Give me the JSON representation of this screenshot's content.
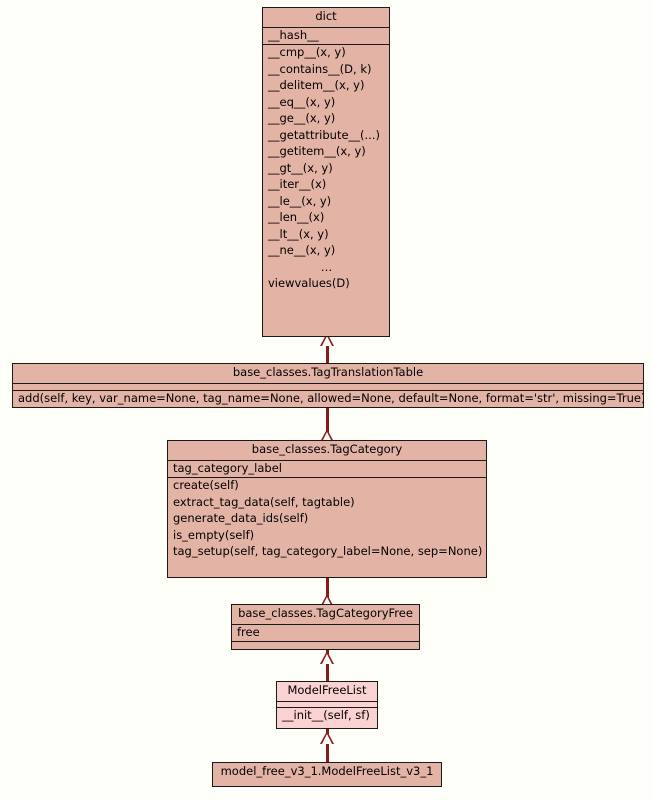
{
  "diagram": {
    "type": "uml-class-diagram",
    "background_color": "#fffffa",
    "box_fill_color": "#e3b3a6",
    "box_fill_color_light": "#fad2d2",
    "border_color": "#1a1a1a",
    "connector_color": "#8b1a1a",
    "classes": [
      {
        "id": "dict",
        "name": "dict",
        "attributes": [
          "__hash__"
        ],
        "methods": [
          "__cmp__(x, y)",
          "__contains__(D, k)",
          "__delitem__(x, y)",
          "__eq__(x, y)",
          "__ge__(x, y)",
          "__getattribute__(...)",
          "__getitem__(x, y)",
          "__gt__(x, y)",
          "__iter__(x)",
          "__le__(x, y)",
          "__len__(x)",
          "__lt__(x, y)",
          "__ne__(x, y)",
          "…",
          "viewvalues(D)"
        ]
      },
      {
        "id": "tag-translation-table",
        "name": "base_classes.TagTranslationTable",
        "attributes": [],
        "methods": [
          "add(self, key, var_name=None, tag_name=None, allowed=None, default=None, format='str', missing=True)"
        ]
      },
      {
        "id": "tag-category",
        "name": "base_classes.TagCategory",
        "attributes": [
          "tag_category_label"
        ],
        "methods": [
          "create(self)",
          "extract_tag_data(self, tagtable)",
          "generate_data_ids(self)",
          "is_empty(self)",
          "tag_setup(self, tag_category_label=None, sep=None)"
        ]
      },
      {
        "id": "tag-category-free",
        "name": "base_classes.TagCategoryFree",
        "attributes": [
          "free"
        ],
        "methods": []
      },
      {
        "id": "model-free-list",
        "name": "ModelFreeList",
        "attributes": [],
        "methods": [
          "__init__(self, sf)"
        ]
      },
      {
        "id": "model-free-list-v3-1",
        "name": "model_free_v3_1.ModelFreeList_v3_1",
        "attributes": [],
        "methods": []
      }
    ],
    "inheritance_edges": [
      {
        "child": "base_classes.TagTranslationTable",
        "parent": "dict"
      },
      {
        "child": "base_classes.TagCategory",
        "parent": "base_classes.TagTranslationTable"
      },
      {
        "child": "base_classes.TagCategoryFree",
        "parent": "base_classes.TagCategory"
      },
      {
        "child": "ModelFreeList",
        "parent": "base_classes.TagCategoryFree"
      },
      {
        "child": "model_free_v3_1.ModelFreeList_v3_1",
        "parent": "ModelFreeList"
      }
    ]
  }
}
